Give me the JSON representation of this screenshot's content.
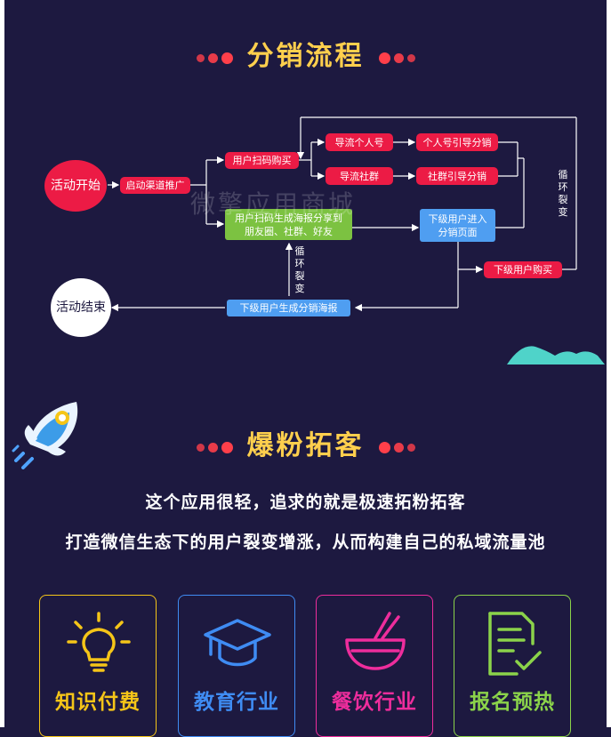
{
  "section1": {
    "title": "分销流程"
  },
  "flow": {
    "start": "活动开始",
    "promote": "启动渠道推广",
    "scan_buy": "用户扫码购买",
    "guide_person": "导流个人号",
    "guide_group": "导流社群",
    "person_sell": "个人号引导分销",
    "group_sell": "社群引导分销",
    "share_line1": "用户扫码生成海报分享到",
    "share_line2": "朋友圈、社群、好友",
    "enter_line1": "下级用户进入",
    "enter_line2": "分销页面",
    "sub_buy": "下级用户购买",
    "sub_poster": "下级用户生成分销海报",
    "end": "活动结束",
    "loop_right": "循环裂变",
    "loop_mid": "循环裂变"
  },
  "watermark": "微擎应用商城",
  "section2": {
    "title": "爆粉拓客",
    "line1": "这个应用很轻，追求的就是极速拓粉拓客",
    "line2": "打造微信生态下的用户裂变增涨，从而构建自己的私域流量池"
  },
  "cards": [
    {
      "label": "知识付费",
      "icon": "lightbulb-icon",
      "color": "#f5c518"
    },
    {
      "label": "教育行业",
      "icon": "graduation-cap-icon",
      "color": "#3f8cf3"
    },
    {
      "label": "餐饮行业",
      "icon": "bowl-chopsticks-icon",
      "color": "#ee2d9c"
    },
    {
      "label": "报名预热",
      "icon": "document-check-icon",
      "color": "#8bd34a"
    }
  ]
}
